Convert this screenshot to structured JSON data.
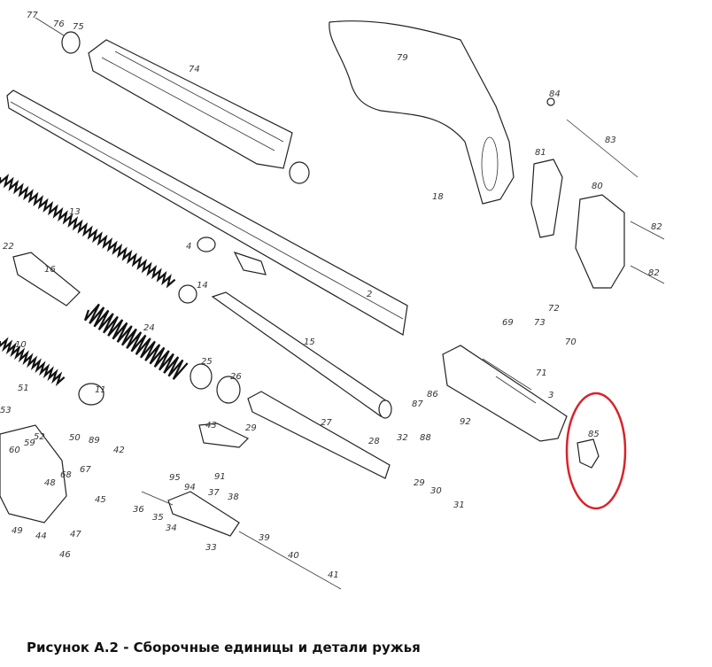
{
  "figure": {
    "caption": "Рисунок А.2 - Сборочные единицы и детали ружья",
    "highlight_color": "#d8232a",
    "highlighted_part": "85",
    "part_labels": [
      "77",
      "76",
      "75",
      "74",
      "79",
      "84",
      "83",
      "81",
      "80",
      "18",
      "82",
      "82",
      "13",
      "22",
      "4",
      "16",
      "14",
      "2",
      "72",
      "73",
      "69",
      "70",
      "24",
      "15",
      "10",
      "25",
      "26",
      "71",
      "3",
      "11",
      "51",
      "86",
      "87",
      "92",
      "53",
      "52",
      "50",
      "89",
      "60",
      "59",
      "88",
      "27",
      "43",
      "29",
      "32",
      "28",
      "85",
      "42",
      "68",
      "67",
      "48",
      "45",
      "29",
      "30",
      "31",
      "95",
      "91",
      "94",
      "37",
      "38",
      "36",
      "35",
      "34",
      "49",
      "44",
      "47",
      "46",
      "33",
      "39",
      "40",
      "41"
    ]
  }
}
